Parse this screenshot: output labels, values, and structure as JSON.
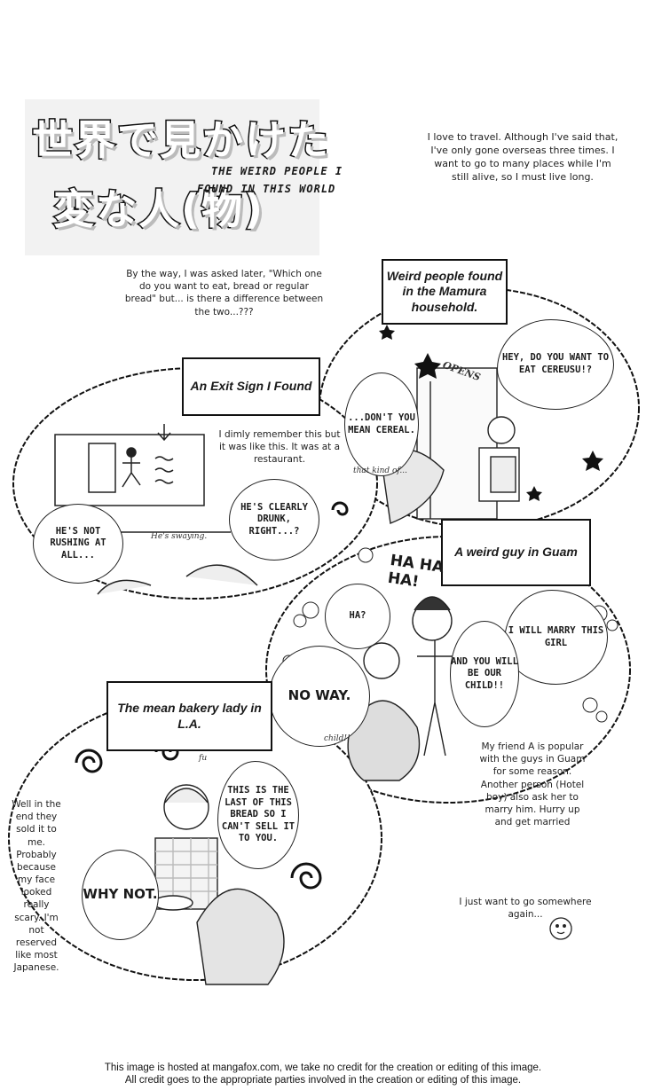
{
  "header": {
    "title_jp_line1": "世界で見かけた",
    "title_jp_line2": "変な人(物)",
    "title_en_line1": "THE WEIRD PEOPLE I",
    "title_en_line2": "FOUND IN THIS WORLD",
    "intro": "I love to travel. Although I've said that, I've only gone overseas three times. I want to go to many places while I'm still alive, so I must live long."
  },
  "notes": {
    "bread_note": "By the way, I was asked later, \"Which one do you want to eat, bread or regular bread\" but... is there a difference between the two...???",
    "exit_note": "I dimly remember this but it was like this. It was at a restaurant.",
    "guam_note": "My friend A is popular with the guys in Guam for some reason. Another person (Hotel boy) also ask her to marry him. Hurry up and get married",
    "bakery_note": "Well in the end they sold it to me. Probably because my face looked really scary. I'm not reserved like most Japanese.",
    "closing": "I just want to go somewhere again..."
  },
  "panels": {
    "mamura": {
      "caption": "Weird people found in the Mamura household.",
      "bubble_hey": "HEY, DO YOU WANT TO EAT CEREUSU!?",
      "bubble_cereal": "...DON'T YOU MEAN CEREAL.",
      "sfx_opens": "OPENS",
      "sfx_thatkind": "that kind of..."
    },
    "exit": {
      "caption": "An Exit Sign I Found",
      "bubble_rushing": "HE'S NOT RUSHING AT ALL...",
      "bubble_drunk": "HE'S CLEARLY DRUNK, RIGHT...?",
      "sfx_swaying": "He's swaying."
    },
    "guam": {
      "caption": "A weird guy in Guam",
      "sfx_haha": "HA HA HA!",
      "bubble_ha": "HA?",
      "bubble_marry": "I WILL MARRY THIS GIRL",
      "bubble_child": "AND YOU WILL BE OUR CHILD!!",
      "shout_no": "NO WAY.",
      "sfx_child": "child!!"
    },
    "bakery": {
      "caption": "The mean bakery lady in L.A.",
      "bubble_last": "THIS IS THE LAST OF THIS BREAD SO I CAN'T SELL IT TO YOU.",
      "shout_why": "WHY NOT.",
      "sfx_fu": "fu"
    }
  },
  "footer": {
    "line1": "This image is hosted at mangafox.com, we take no credit for the creation or editing of this image.",
    "line2": "All credit goes to the appropriate parties involved in the creation or editing of this image."
  }
}
